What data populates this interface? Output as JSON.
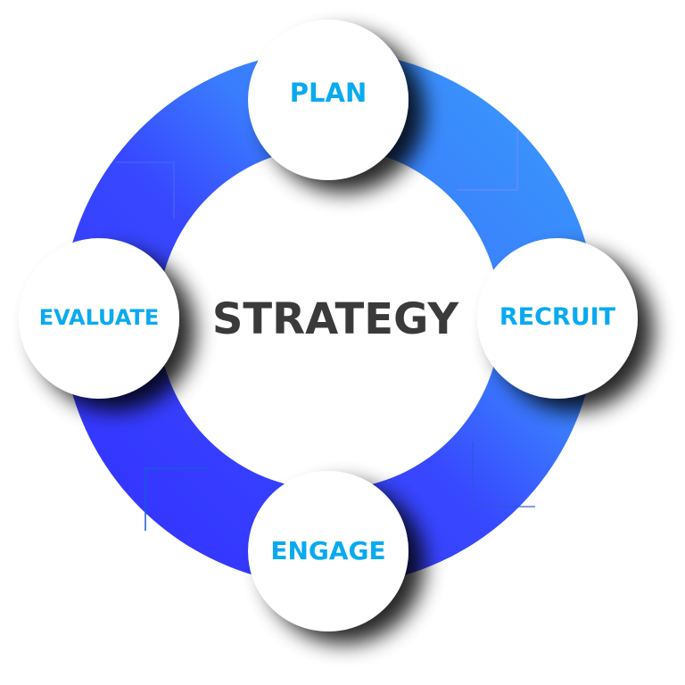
{
  "center": {
    "label": "STRATEGY"
  },
  "nodes": [
    {
      "label": "PLAN"
    },
    {
      "label": "RECRUIT"
    },
    {
      "label": "ENGAGE"
    },
    {
      "label": "EVALUATE"
    }
  ],
  "colors": {
    "ring_light": "#3a90fc",
    "ring_dark": "#3434ff",
    "ring_mid": "#3a60ff",
    "node_text": "#0aaaf0",
    "center_text": "#3a3a3a"
  }
}
